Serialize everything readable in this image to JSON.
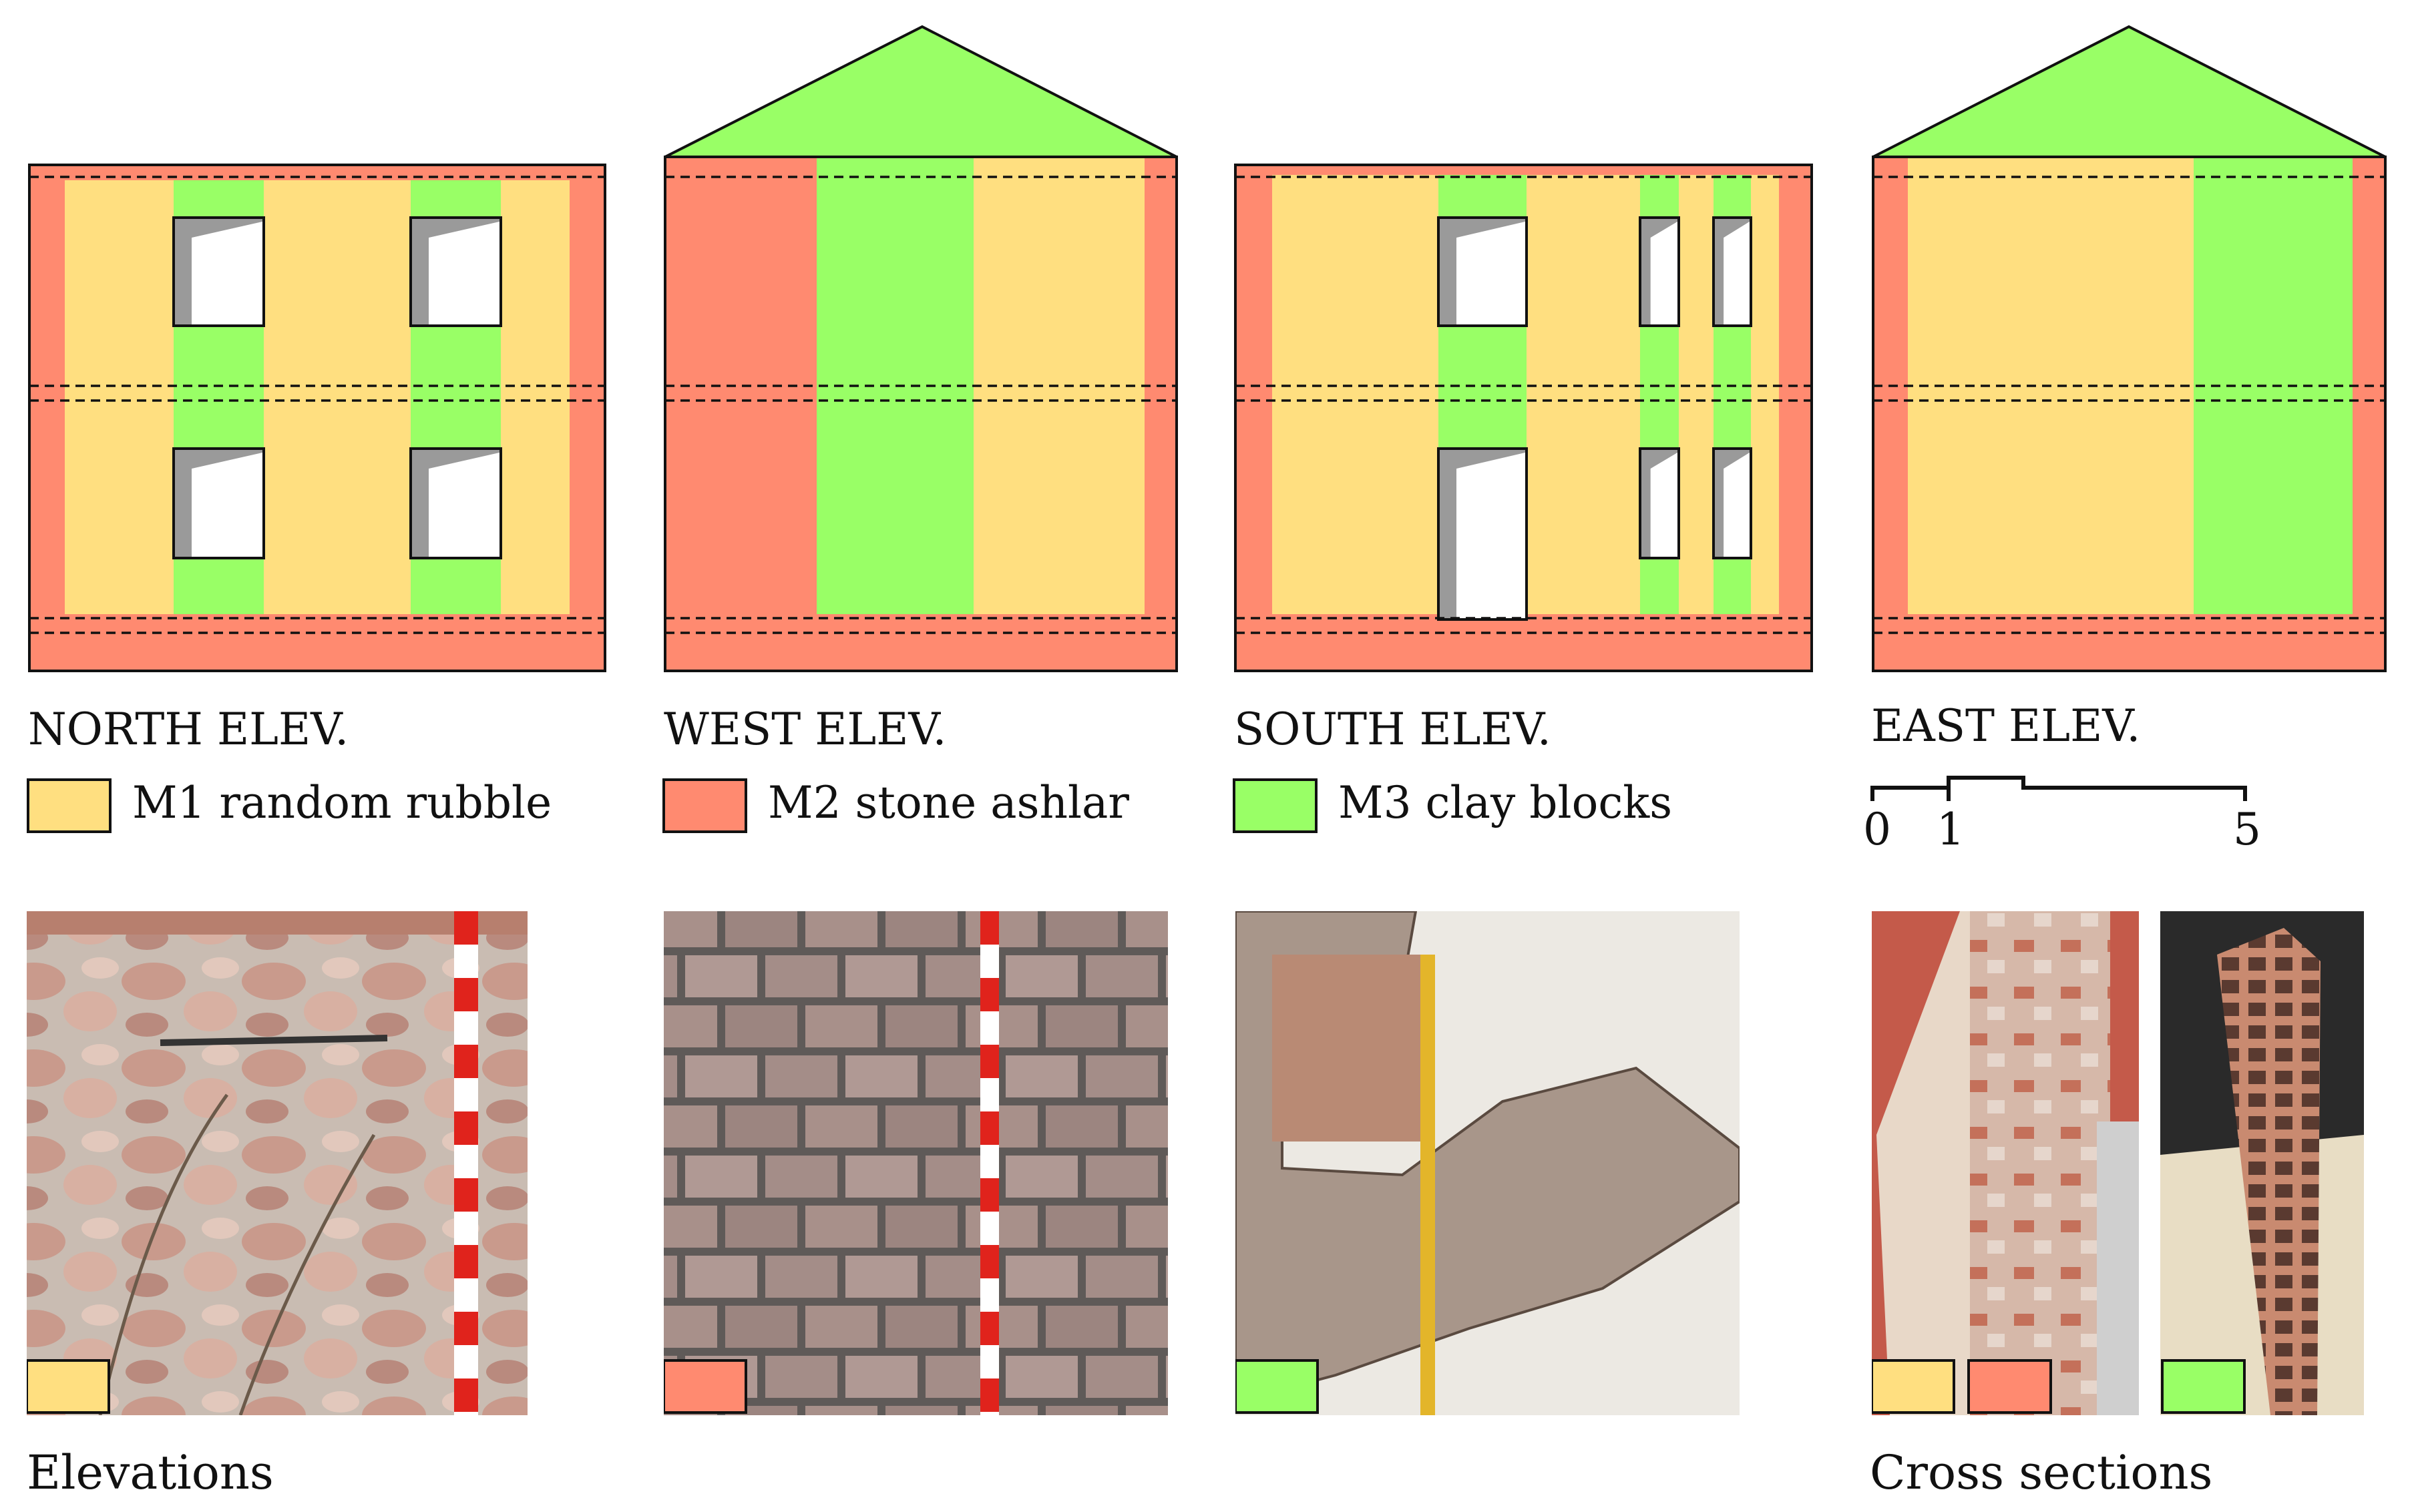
{
  "colors": {
    "m1": "#FFDF80",
    "m2": "#FF8A70",
    "m3": "#99FF66",
    "window": "#ffffff",
    "shade": "#9a9a9a",
    "outline": "#111111"
  },
  "elevations": [
    {
      "id": "north",
      "label": "NORTH ELEV."
    },
    {
      "id": "west",
      "label": "WEST ELEV."
    },
    {
      "id": "south",
      "label": "SOUTH ELEV."
    },
    {
      "id": "east",
      "label": "EAST ELEV."
    }
  ],
  "legend": [
    {
      "code": "m1",
      "label": "M1 random rubble"
    },
    {
      "code": "m2",
      "label": "M2 stone ashlar"
    },
    {
      "code": "m3",
      "label": "M3 clay blocks"
    }
  ],
  "scale": {
    "ticks": [
      "0",
      "1",
      "5"
    ]
  },
  "photos": [
    {
      "id": "random-rubble-photo",
      "texture": "rubble",
      "swatches": [
        "m1"
      ]
    },
    {
      "id": "stone-ashlar-photo",
      "texture": "ashlar",
      "swatches": [
        "m2"
      ]
    },
    {
      "id": "clay-blocks-photo",
      "texture": "clay",
      "swatches": [
        "m3"
      ]
    },
    {
      "id": "cross-section-rubble-photo",
      "texture": "section1",
      "swatches": [
        "m1",
        "m2"
      ]
    },
    {
      "id": "cross-section-clay-photo",
      "texture": "section2",
      "swatches": [
        "m3"
      ]
    }
  ],
  "captions": {
    "elevations": "Elevations",
    "cross_sections": "Cross sections"
  }
}
